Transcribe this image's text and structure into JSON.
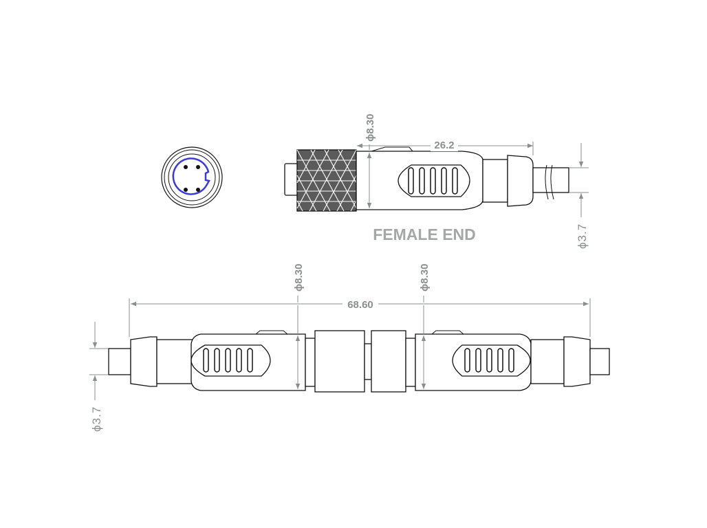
{
  "caption": "FEMALE END",
  "dimensions": {
    "female_diameter": "ϕ8.30",
    "female_length": "26.2",
    "female_cable_diameter": "ϕ3.7",
    "assembly_left_diameter": "ϕ8.30",
    "assembly_right_diameter": "ϕ8.30",
    "assembly_length": "68.60",
    "assembly_cable_diameter": "ϕ3.7"
  },
  "colors": {
    "pin_ring": "#3b3bd6",
    "dimension": "#8a8f8d",
    "knurl": "#555555",
    "outline": "#111111"
  }
}
